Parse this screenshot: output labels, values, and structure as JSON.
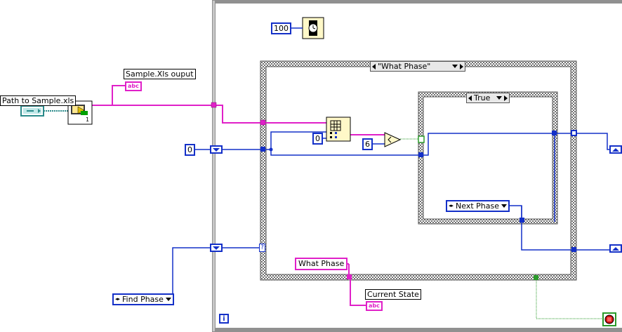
{
  "labels": {
    "path_to_sample": "Path to Sample.xls",
    "sample_xls_output": "Sample.Xls ouput",
    "current_state": "Current State"
  },
  "constants": {
    "wait_ms": "100",
    "zero_left": "0",
    "zero_index": "0",
    "six": "6",
    "what_phase_string": "What Phase"
  },
  "enums": {
    "find_phase": "Find Phase",
    "next_phase": "Next Phase"
  },
  "case_structures": {
    "outer_selector": "\"What Phase\"",
    "inner_selector": "True"
  },
  "terminals": {
    "abc": "abc",
    "iteration": "i",
    "question": "?",
    "subvi_count": "1"
  },
  "colors": {
    "string_wire": "#e020c8",
    "numeric_wire": "#1430c8",
    "boolean_wire": "#2a9a2a",
    "structure_frame": "#808080"
  },
  "icons": [
    "read-file-subvi-icon",
    "index-array-icon",
    "wait-timer-icon",
    "less-than-icon",
    "stop-icon",
    "path-control-icon"
  ]
}
